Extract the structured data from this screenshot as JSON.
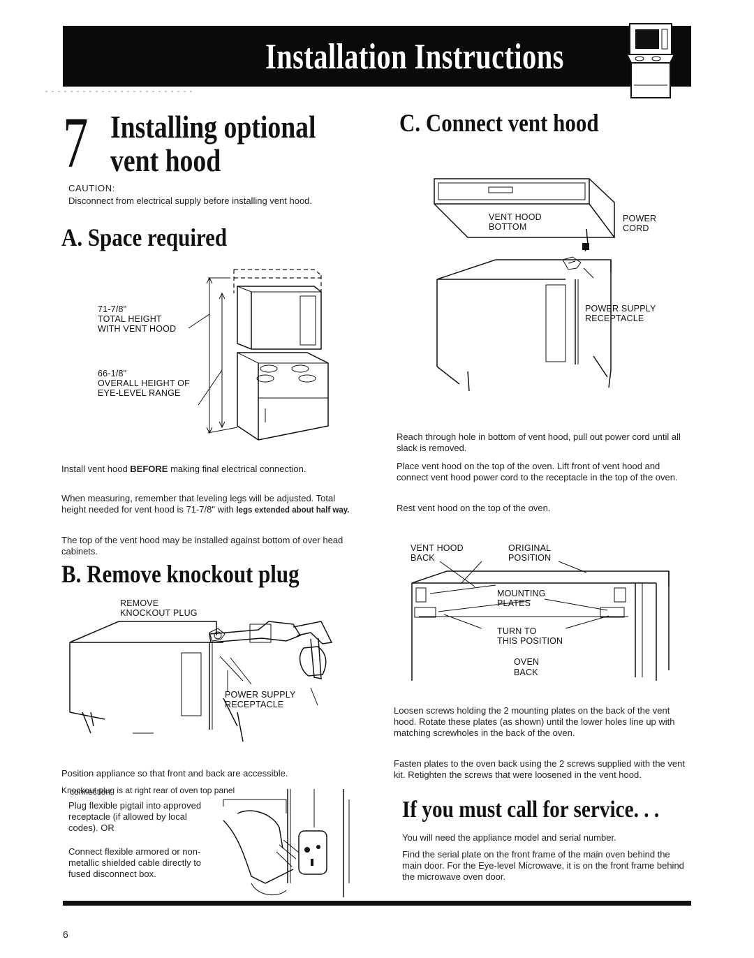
{
  "header": {
    "title": "Installation Instructions"
  },
  "step": {
    "number": "7",
    "title_line1": "Installing optional",
    "title_line2": "vent hood"
  },
  "caution": {
    "label": "CAUTION:",
    "text": "Disconnect from electrical supply before installing vent hood."
  },
  "section_a": {
    "heading": "A. Space required",
    "fig": {
      "total_height_value": "71-7/8\"",
      "total_height_label": "TOTAL HEIGHT",
      "total_height_label2": "WITH VENT HOOD",
      "overall_height_value": "66-1/8\"",
      "overall_height_label": "OVERALL HEIGHT OF",
      "overall_height_label2": "EYE-LEVEL RANGE"
    },
    "para1_pre": "Install vent hood ",
    "para1_bold": "BEFORE",
    "para1_post": " making final electrical connection.",
    "para2": "When measuring, remember that leveling legs will be adjusted. Total height needed for vent hood is 71-7/8\" with",
    "para2_bold": "legs extended about half way.",
    "para3": "The top of the vent hood may be installed against bottom of over head cabinets."
  },
  "section_b": {
    "heading": "B. Remove knockout plug",
    "fig": {
      "remove_label": "REMOVE",
      "knockout_label": "KNOCKOUT PLUG",
      "power_supply_label": "POWER SUPPLY",
      "receptacle_label": "RECEPTACLE"
    },
    "para1": "Position appliance so that front and back are accessible.",
    "para2": "Knockout plug is at right rear of oven top panel",
    "overlap_text": "connection:",
    "item1": "Plug flexible pigtail into approved receptacle (if allowed by local codes). OR",
    "item2": "Connect flexible armored or non-metallic shielded cable directly to fused disconnect box."
  },
  "section_c": {
    "heading": "C. Connect vent hood",
    "fig1": {
      "vent_hood_label": "VENT HOOD",
      "bottom_label": "BOTTOM",
      "power_label": "POWER",
      "cord_label": "CORD",
      "power_supply_label": "POWER SUPPLY",
      "receptacle_label": "RECEPTACLE"
    },
    "para1": "Reach through hole in bottom of vent hood, pull out power cord until all slack is removed.",
    "para2": "Place vent hood on the top of the oven. Lift front of vent hood and connect vent hood power cord to the receptacle in the top of the oven.",
    "para3": "Rest vent hood on the top of the oven.",
    "fig2": {
      "vent_hood_label": "VENT HOOD",
      "back_label": "BACK",
      "original_label": "ORIGINAL",
      "position_label": "POSITION",
      "mounting_label": "MOUNTING",
      "plates_label": "PLATES",
      "turn_to_label": "TURN TO",
      "this_position_label": "THIS POSITION",
      "oven_label": "OVEN",
      "oven_back_label": "BACK"
    },
    "para4": "Loosen screws holding the 2 mounting plates on the back of the vent hood. Rotate these plates (as shown) until the lower holes line up with matching screwholes in the back of the oven.",
    "para5": "Fasten plates to the oven back using the 2 screws supplied with the vent kit. Retighten the screws that were loosened in the vent hood."
  },
  "service": {
    "heading": "If you must call for service. . .",
    "para1": "You will need the appliance model and serial number.",
    "para2": "Find the serial plate on the front frame of the main oven behind the main door. For the Eye-level Microwave, it is on the front frame behind the microwave oven door."
  },
  "footer": {
    "page_number": "6"
  }
}
